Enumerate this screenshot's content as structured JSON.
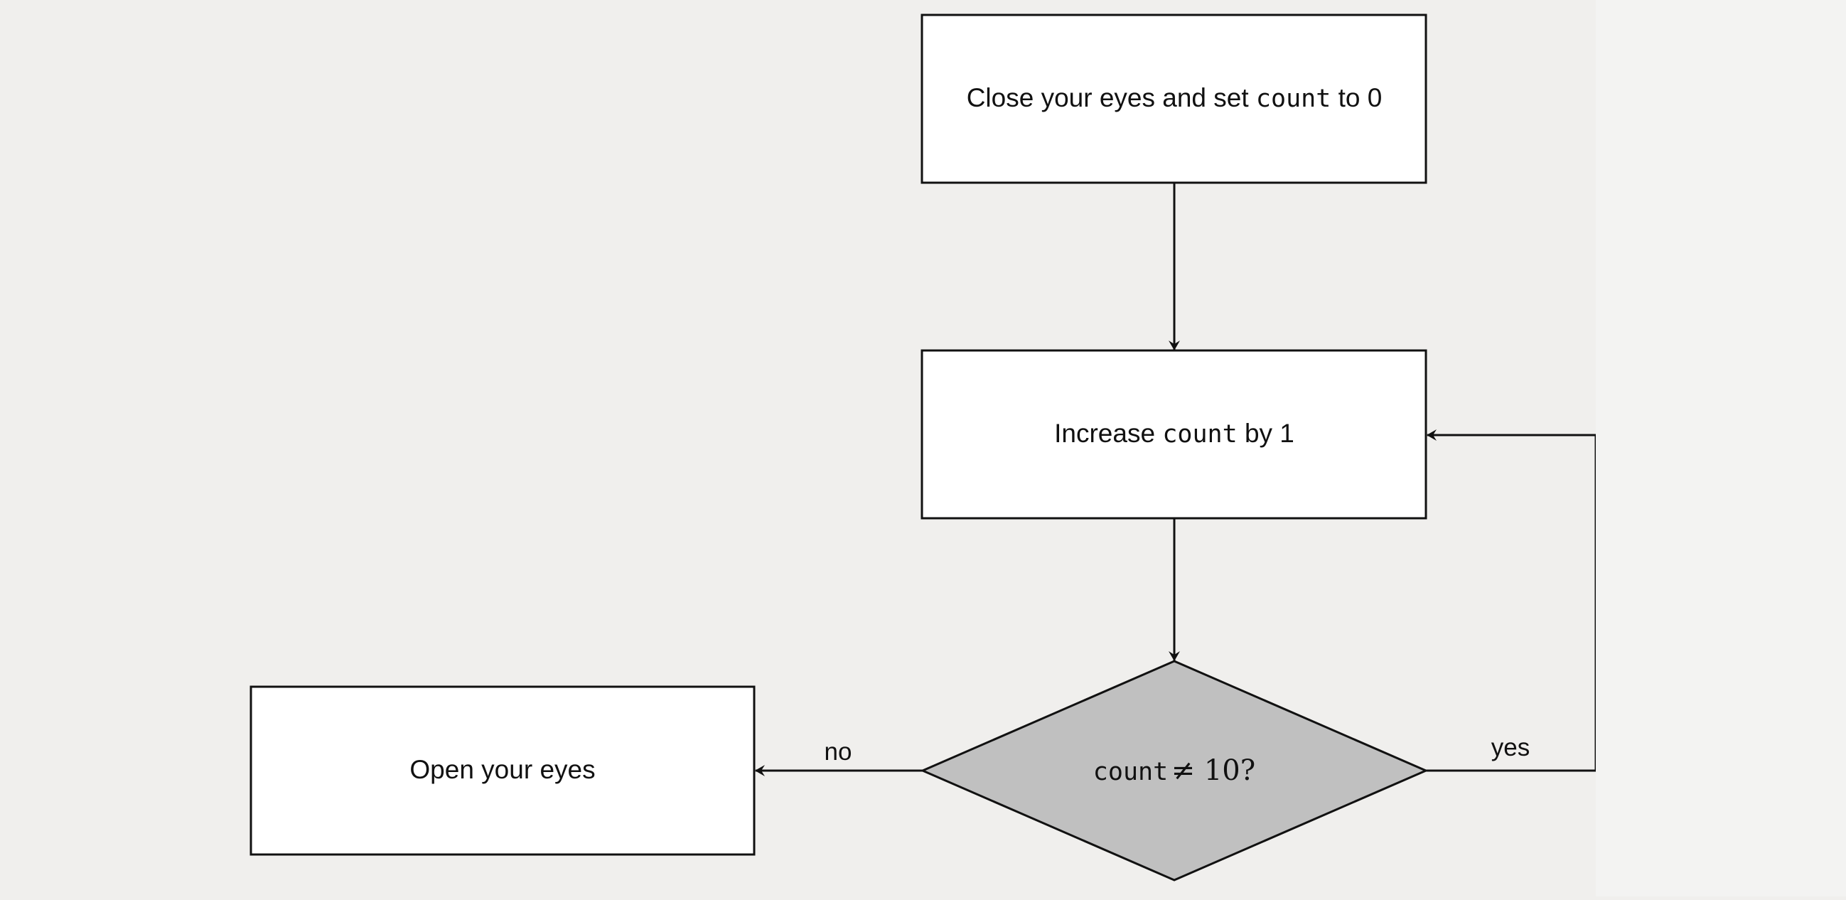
{
  "diagram": {
    "nodes": {
      "start": {
        "shape": "rectangle",
        "text_before": "Close your eyes and set ",
        "code": "count",
        "text_after": " to 0"
      },
      "increment": {
        "shape": "rectangle",
        "text_before": "Increase ",
        "code": "count",
        "text_after": " by 1"
      },
      "decision": {
        "shape": "diamond",
        "code": "count",
        "math": " ≠ 10?"
      },
      "end": {
        "shape": "rectangle",
        "text": "Open your eyes"
      }
    },
    "edges": [
      {
        "from": "start",
        "to": "increment",
        "label": ""
      },
      {
        "from": "increment",
        "to": "decision",
        "label": ""
      },
      {
        "from": "decision",
        "to": "end",
        "label": "no"
      },
      {
        "from": "decision",
        "to": "increment",
        "label": "yes"
      }
    ],
    "edge_labels": {
      "no": "no",
      "yes": "yes"
    },
    "colors": {
      "background": "#f0efed",
      "box_fill": "#ffffff",
      "decision_fill": "#c0c0c0",
      "stroke": "#111111"
    }
  }
}
